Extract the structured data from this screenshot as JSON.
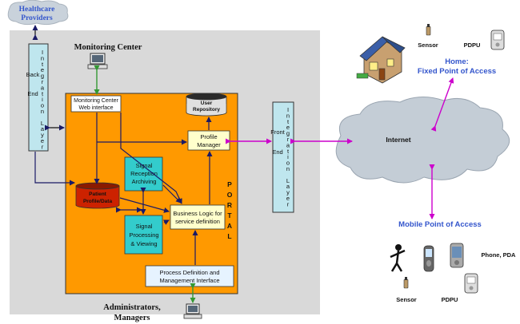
{
  "nodes": {
    "healthcare_providers": [
      "Healthcare",
      "Providers"
    ],
    "monitoring_center": "Monitoring Center",
    "back_end_integration": [
      "Back",
      "End"
    ],
    "integration_layer_letters": [
      "I",
      "n",
      "t",
      "e",
      "g",
      "r",
      "a",
      "t",
      "i",
      "o",
      "n",
      " ",
      "L",
      "a",
      "y",
      "e",
      "r"
    ],
    "monitoring_web_interface": [
      "Monitoring Center",
      "Web interface"
    ],
    "user_repository": [
      "User",
      "Repository"
    ],
    "profile_manager": [
      "Profile",
      "Manager"
    ],
    "signal_reception": [
      "Signal",
      "Reception",
      "Archiving"
    ],
    "patient_profile": [
      "Patient",
      "Profile/Data"
    ],
    "signal_processing": [
      "Signal",
      "Processing",
      "& Viewing"
    ],
    "business_logic": [
      "Business Logic for",
      "service definition"
    ],
    "portal_letters": [
      "P",
      "O",
      "R",
      "T",
      "A",
      "L"
    ],
    "process_definition": [
      "Process Definition and",
      "Management Interface"
    ],
    "administrators": [
      "Administrators,",
      "Managers"
    ],
    "front_end_integration": [
      "Front",
      "End"
    ],
    "internet": "Internet",
    "home_sensor": "Sensor",
    "home_pdpu": "PDPU",
    "home_access": [
      "Home:",
      "Fixed Point of Access"
    ],
    "mobile_access": "Mobile Point of Access",
    "phone_pda": "Phone, PDA",
    "mobile_sensor": "Sensor",
    "mobile_pdpu": "PDPU"
  },
  "colors": {
    "gray_area": "#d9d9d9",
    "portal": "#ff9900",
    "integration": "#bfe6ee",
    "teal_box": "#33cccc",
    "yellow_box": "#ffffcc",
    "light_box": "#e6f3ff",
    "cylinder_red": "#cc2200",
    "cloud": "#c4cdd6",
    "blue_text": "#3355cc",
    "arrow_dark": "#1a1a66",
    "arrow_magenta": "#cc00cc",
    "arrow_green": "#339933"
  }
}
